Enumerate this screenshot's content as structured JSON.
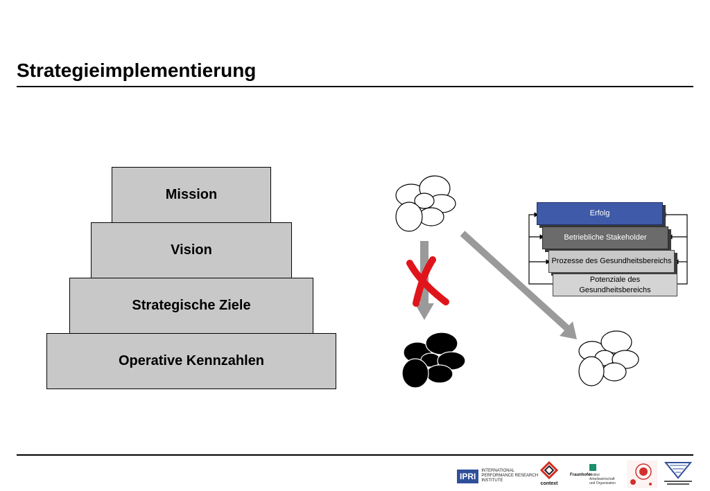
{
  "title": "Strategieimplementierung",
  "pyramid": [
    "Mission",
    "Vision",
    "Strategische Ziele",
    "Operative Kennzahlen"
  ],
  "stack": [
    "Erfolg",
    "Betriebliche Stakeholder",
    "Prozesse des Gesundheitsbereichs",
    "Potenziale des Gesundheitsbereichs"
  ],
  "colors": {
    "erfolg": "#3f5aa8",
    "stakeholder": "#6b6b6b",
    "grey": "#c8c8c8",
    "cross": "#e0151b",
    "arrow": "#9a9a9a"
  },
  "logos": {
    "ipri_text": "IPRI",
    "ipri_name": "INTERNATIONAL PERFORMANCE RESEARCH INSTITUTE",
    "context_text": "context",
    "fraunhofer_text": "Fraunhofer",
    "fraunhofer_sub": "Institut Arbeitswirtschaft und Organisation"
  }
}
